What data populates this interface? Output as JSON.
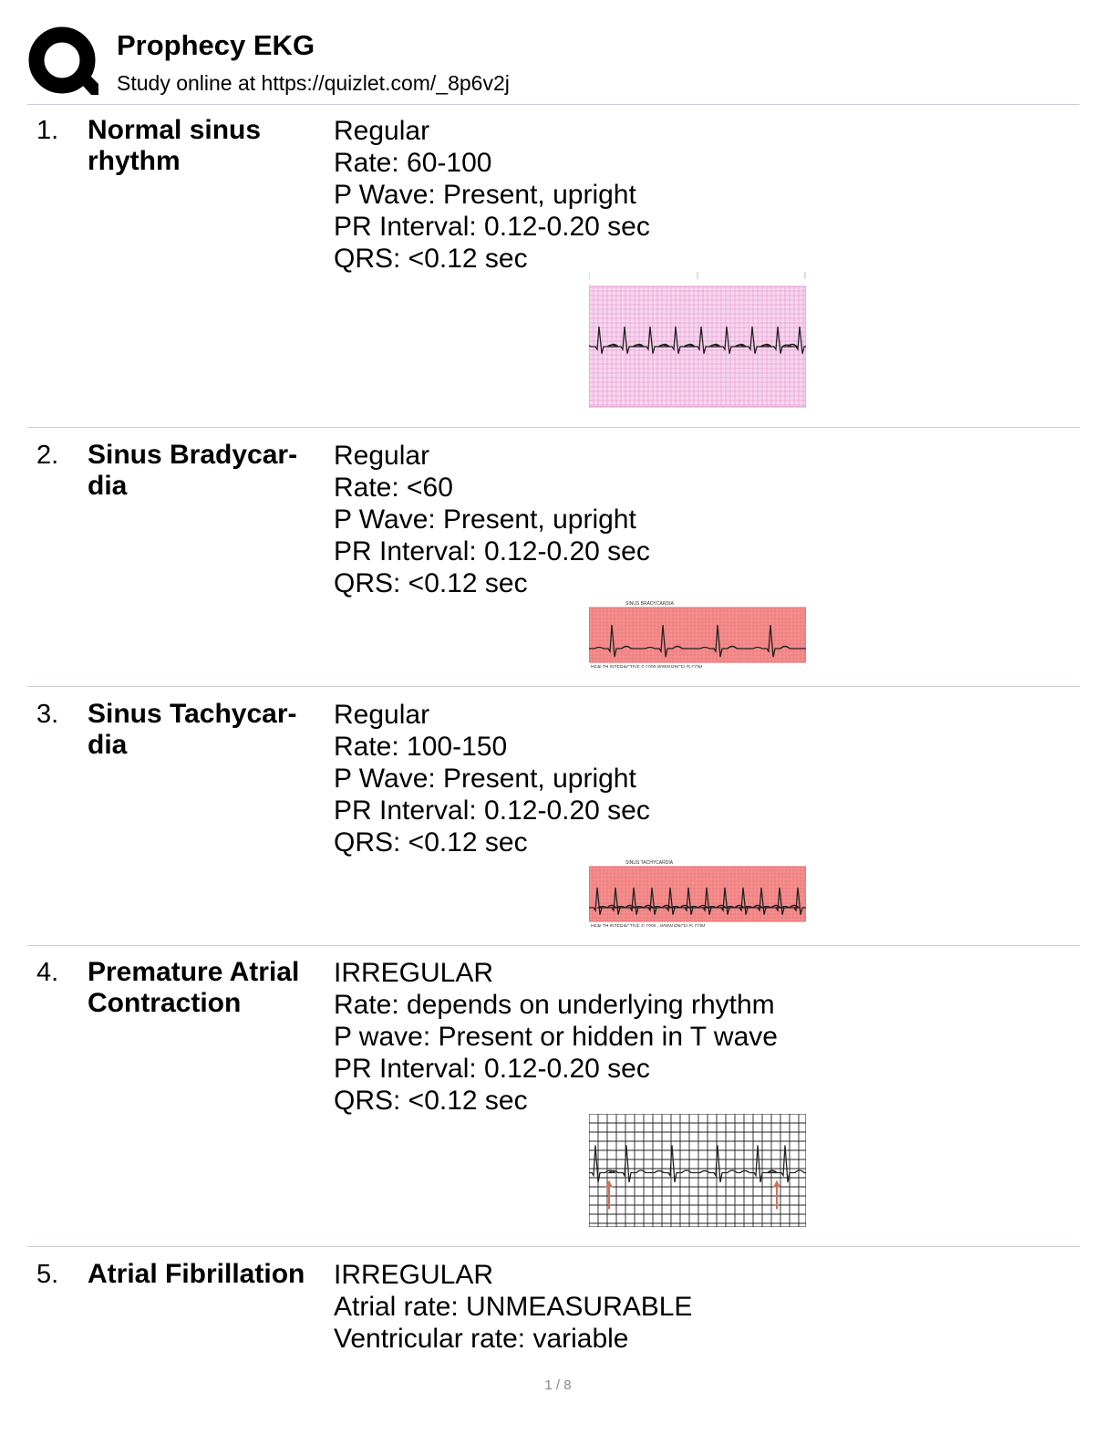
{
  "header": {
    "title": "Prophecy EKG",
    "subtitle": "Study online at https://quizlet.com/_8p6v2j"
  },
  "cards": [
    {
      "number": "1.",
      "term": "Normal sinus rhythm",
      "definition": [
        "Regular",
        "Rate: 60-100",
        "P Wave: Present, upright",
        "PR Interval: 0.12-0.20 sec",
        "QRS: <0.12 sec"
      ],
      "strip": {
        "bg": "#f7d7ef",
        "grid": "#e08ccb",
        "caption_top": "",
        "caption_bottom": ""
      }
    },
    {
      "number": "2.",
      "term": "Sinus Bradycar-dia",
      "definition": [
        "Regular",
        "Rate: <60",
        "P Wave: Present, upright",
        "PR Interval: 0.12-0.20 sec",
        "QRS: <0.12 sec"
      ],
      "strip": {
        "bg": "#f58f8f",
        "grid": "#e56a6a",
        "caption_top": "SINUS BRADYCARDIA",
        "caption_bottom": "HEALTH INTERACTIVE © 1999 WWW.RNCEUS.COM"
      }
    },
    {
      "number": "3.",
      "term": "Sinus Tachycar-dia",
      "definition": [
        "Regular",
        "Rate: 100-150",
        "P Wave: Present, upright",
        "PR Interval: 0.12-0.20 sec",
        "QRS: <0.12 sec"
      ],
      "strip": {
        "bg": "#f58f8f",
        "grid": "#e56a6a",
        "caption_top": "SINUS TACHYCARDIA",
        "caption_bottom": "HEALTH INTERACTIVE © 1999 - WWW.RNCEUS.COM"
      }
    },
    {
      "number": "4.",
      "term": "Premature Atrial Contraction",
      "definition": [
        "IRREGULAR",
        "Rate: depends on underlying rhythm",
        "P wave: Present or hidden in T wave",
        "PR Interval: 0.12-0.20 sec",
        "QRS: <0.12 sec"
      ],
      "strip": {
        "bg": "#ffffff",
        "grid": "#222222",
        "caption_top": "",
        "caption_bottom": ""
      }
    },
    {
      "number": "5.",
      "term": "Atrial Fibrillation",
      "definition": [
        "IRREGULAR",
        "Atrial rate: UNMEASURABLE",
        "Ventricular rate: variable"
      ]
    }
  ],
  "footer": {
    "page": "1 / 8"
  }
}
